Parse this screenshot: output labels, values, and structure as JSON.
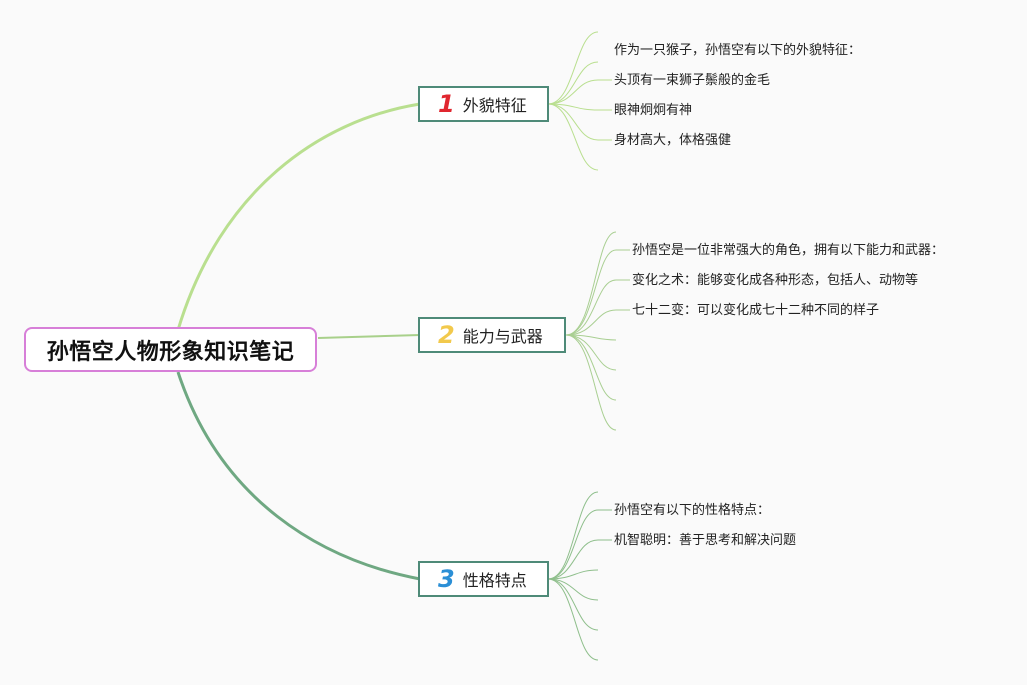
{
  "root": {
    "title": "孙悟空人物形象知识笔记"
  },
  "branches": [
    {
      "number": "1",
      "number_color": "#e0262f",
      "label": "外貌特征",
      "leaves": [
        "作为一只猴子，孙悟空有以下的外貌特征：",
        "头顶有一束狮子鬃般的金毛",
        "眼神炯炯有神",
        "身材高大，体格强健"
      ]
    },
    {
      "number": "2",
      "number_color": "#f2c94c",
      "label": "能力与武器",
      "leaves": [
        "孙悟空是一位非常强大的角色，拥有以下能力和武器：",
        "变化之术：能够变化成各种形态，包括人、动物等",
        "七十二变：可以变化成七十二种不同的样子"
      ]
    },
    {
      "number": "3",
      "number_color": "#2b8fd6",
      "label": "性格特点",
      "leaves": [
        "孙悟空有以下的性格特点：",
        "机智聪明：善于思考和解决问题"
      ]
    }
  ],
  "colors": {
    "root_border": "#d77fd8",
    "branch_border": "#4e8a78",
    "link_upper": "#b9df8f",
    "link_mid": "#a8d08a",
    "link_lower": "#6fa882",
    "leaf_lines": "#a9cf92"
  }
}
